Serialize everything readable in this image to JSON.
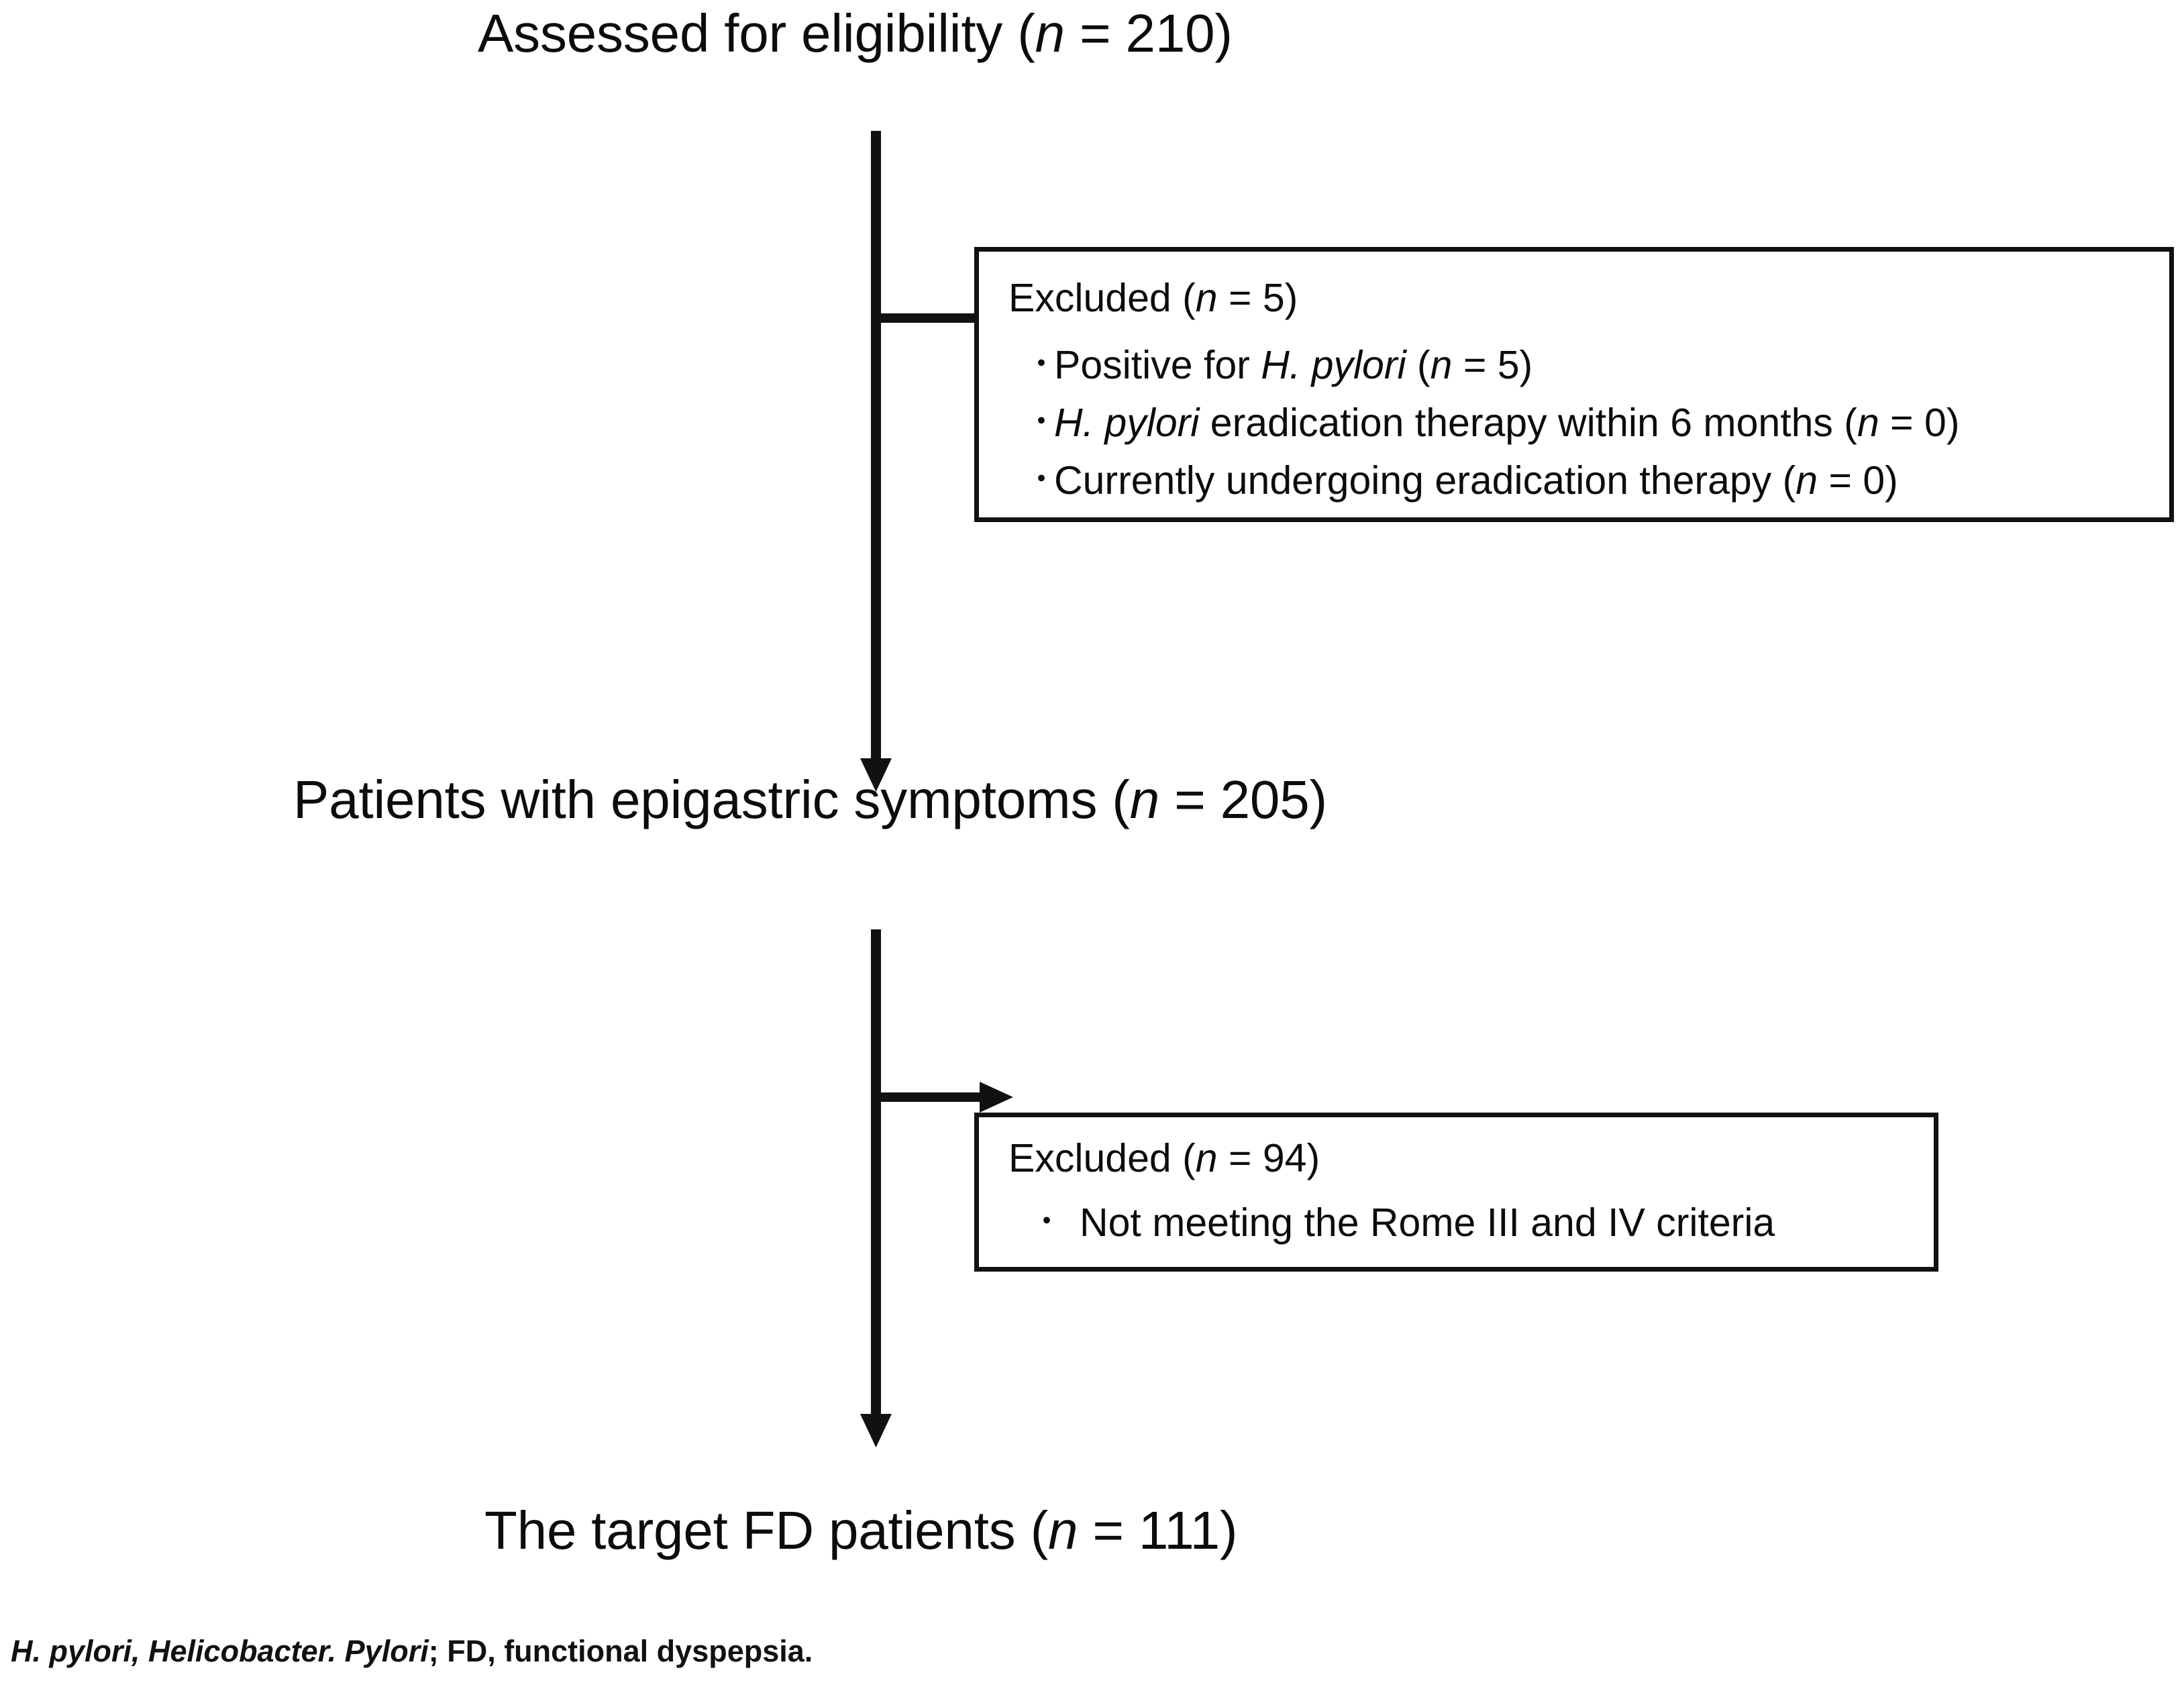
{
  "figure": {
    "type": "flow-diagram",
    "title": "Patient selection flow diagram"
  },
  "nodes": {
    "assessed": {
      "label_prefix": "Assessed for eligibility (",
      "label_n": "n",
      "label_suffix": " = 210)",
      "count": 210
    },
    "epigastric": {
      "label_prefix": "Patients with epigastric symptoms (",
      "label_n": "n",
      "label_suffix": " = 205)",
      "count": 205
    },
    "target": {
      "label_prefix": "The target FD patients (",
      "label_n": "n",
      "label_suffix": " = 111)",
      "count": 111
    }
  },
  "exclusion_boxes": [
    {
      "id": "excluded-1",
      "heading_prefix": "Excluded (",
      "heading_n": "n",
      "heading_suffix": " = 5)",
      "count": 5,
      "bullet_glyph": "・",
      "items": [
        {
          "parts": [
            {
              "text": "Positive for ",
              "italic": false
            },
            {
              "text": "H. pylori",
              "italic": true
            },
            {
              "text": " (",
              "italic": false
            },
            {
              "text": "n",
              "italic": true
            },
            {
              "text": " = 5)",
              "italic": false
            }
          ],
          "count": 5
        },
        {
          "parts": [
            {
              "text": "H. pylori",
              "italic": true
            },
            {
              "text": " eradication therapy within 6 months (",
              "italic": false
            },
            {
              "text": "n",
              "italic": true
            },
            {
              "text": " = 0)",
              "italic": false
            }
          ],
          "count": 0
        },
        {
          "parts": [
            {
              "text": "Currently undergoing eradication therapy (",
              "italic": false
            },
            {
              "text": "n",
              "italic": true
            },
            {
              "text": " = 0)",
              "italic": false
            }
          ],
          "count": 0
        }
      ]
    },
    {
      "id": "excluded-2",
      "heading_prefix": "Excluded (",
      "heading_n": "n",
      "heading_suffix": " = 94)",
      "count": 94,
      "bullet_glyph": "・",
      "items": [
        {
          "parts": [
            {
              "text": "Not meeting the Rome III and IV criteria",
              "italic": false
            }
          ],
          "count": null
        }
      ]
    }
  ],
  "connectors": [
    {
      "id": "connector-1",
      "from": "assessed",
      "to": "epigastric",
      "branch_to": "excluded-1"
    },
    {
      "id": "connector-2",
      "from": "epigastric",
      "to": "target",
      "branch_to": "excluded-2"
    }
  ],
  "footnote": {
    "italic_part": "H. pylori, Helicobacter. Pylori",
    "rest": "; FD, functional dyspepsia."
  },
  "colors": {
    "stroke": "#111111",
    "text": "#0c0c0c",
    "background": "#ffffff"
  }
}
